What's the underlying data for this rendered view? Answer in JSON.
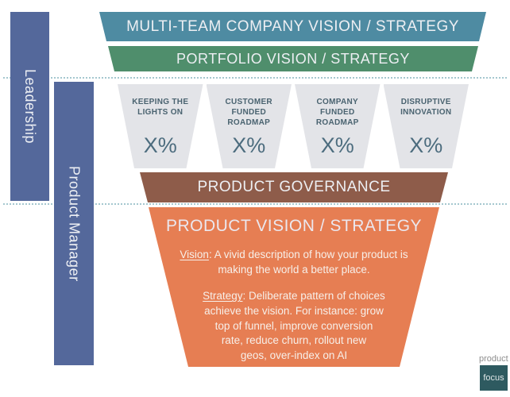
{
  "colors": {
    "multi_team": "#4e8ba2",
    "portfolio": "#4f8e6c",
    "allocation_gray": "#e3e4e8",
    "governance": "#8e5c4a",
    "product_vision": "#e67e53",
    "role_bar_blue": "#54689b",
    "dotted_line": "#a5c7cf",
    "logo_box_teal": "#2e5a60"
  },
  "roles": [
    {
      "label": "Leadership"
    },
    {
      "label": "Product Manager"
    }
  ],
  "funnel": {
    "levels": [
      {
        "label": "MULTI-TEAM COMPANY VISION / STRATEGY",
        "color": "#4e8ba2"
      },
      {
        "label": "PORTFOLIO VISION / STRATEGY",
        "color": "#4f8e6c"
      }
    ],
    "allocations": [
      {
        "label": "KEEPING THE\nLIGHTS ON",
        "value": "X%"
      },
      {
        "label": "CUSTOMER\nFUNDED\nROADMAP",
        "value": "X%"
      },
      {
        "label": "COMPANY\nFUNDED\nROADMAP",
        "value": "X%"
      },
      {
        "label": "DISRUPTIVE\nINNOVATION",
        "value": "X%"
      }
    ],
    "governance": {
      "label": "PRODUCT GOVERNANCE",
      "color": "#8e5c4a"
    },
    "product_vision": {
      "title": "PRODUCT VISION / STRATEGY",
      "color": "#e67e53",
      "vision": {
        "term": "Vision",
        "line1": ": A vivid description of how your product is",
        "line2": "making the world a better place."
      },
      "strategy": {
        "term": "Strategy",
        "line1": ": Deliberate pattern of choices",
        "line2": "achieve the vision. For instance: grow",
        "line3": "top of funnel, improve conversion",
        "line4": "rate, reduce churn, rollout new",
        "line5": "geos, over-index on AI"
      }
    }
  },
  "logo": {
    "line1": "product",
    "line2": "focus"
  }
}
